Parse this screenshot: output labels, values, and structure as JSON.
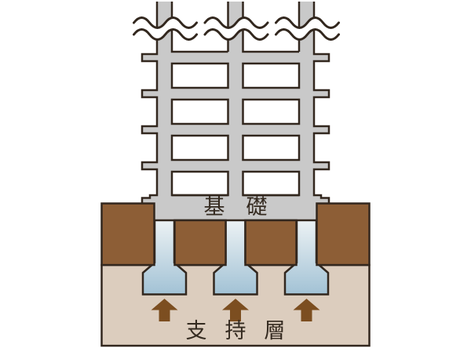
{
  "diagram": {
    "type": "pile-foundation-cross-section",
    "labels": {
      "foundation": "基礎",
      "support_layer": "支持層"
    },
    "counts": {
      "building_columns": 3,
      "floor_beams": 4,
      "break_wave_rows": 2,
      "piles": 3,
      "load_arrows": 3
    },
    "colors": {
      "background": "#ffffff",
      "outline": "#32271e",
      "frame": "#c9c9c9",
      "soil": "#8d5e36",
      "support_layer": "#dccdbe",
      "pile_top": "#eef3f5",
      "pile_bottom": "#a2c2d5",
      "arrow": "#7c4e20",
      "label_text": "#342a20"
    }
  }
}
